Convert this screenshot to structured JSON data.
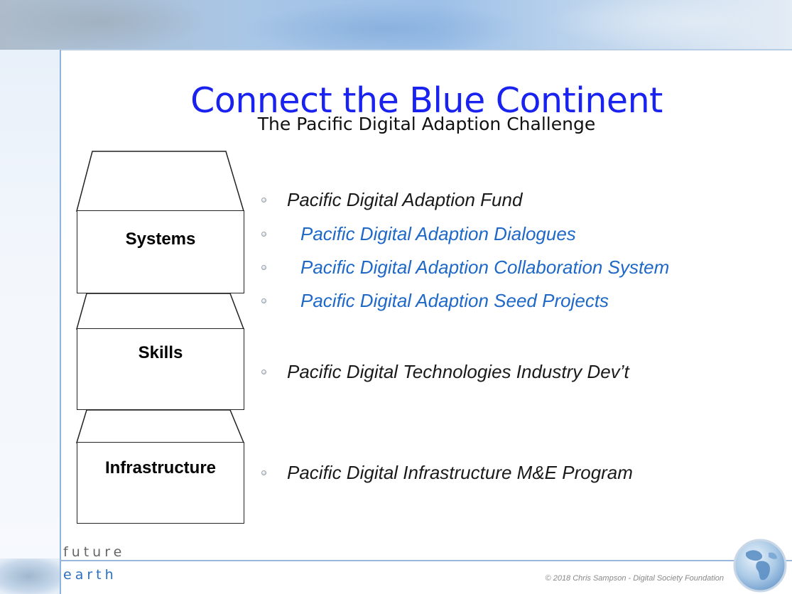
{
  "slide": {
    "title": "Connect the Blue Continent",
    "subtitle": "The Pacific Digital Adaption Challenge"
  },
  "stack": {
    "systems_label": "Systems",
    "skills_label": "Skills",
    "infrastructure_label": "Infrastructure"
  },
  "bullets": [
    {
      "text": "Pacific Digital Adaption Fund",
      "color": "#1a1a1a"
    },
    {
      "text": "Pacific Digital Adaption Dialogues",
      "color": "#1e68c8"
    },
    {
      "text": "Pacific Digital Adaption Collaboration System",
      "color": "#1e68c8"
    },
    {
      "text": "Pacific Digital Adaption Seed Projects",
      "color": "#1e68c8"
    },
    {
      "text": "Pacific Digital Technologies Industry Dev’t",
      "color": "#1a1a1a"
    },
    {
      "text": "Pacific Digital Infrastructure M&E Program",
      "color": "#1a1a1a"
    }
  ],
  "footer": {
    "brand_line1": "future",
    "brand_line2": "earth",
    "copyright": "© 2018 Chris Sampson - Digital Society Foundation",
    "logo_icon": "globe-icon"
  },
  "colors": {
    "title": "#1a22f0",
    "accent_blue": "#1e68c8",
    "rule": "#8fb3da"
  }
}
